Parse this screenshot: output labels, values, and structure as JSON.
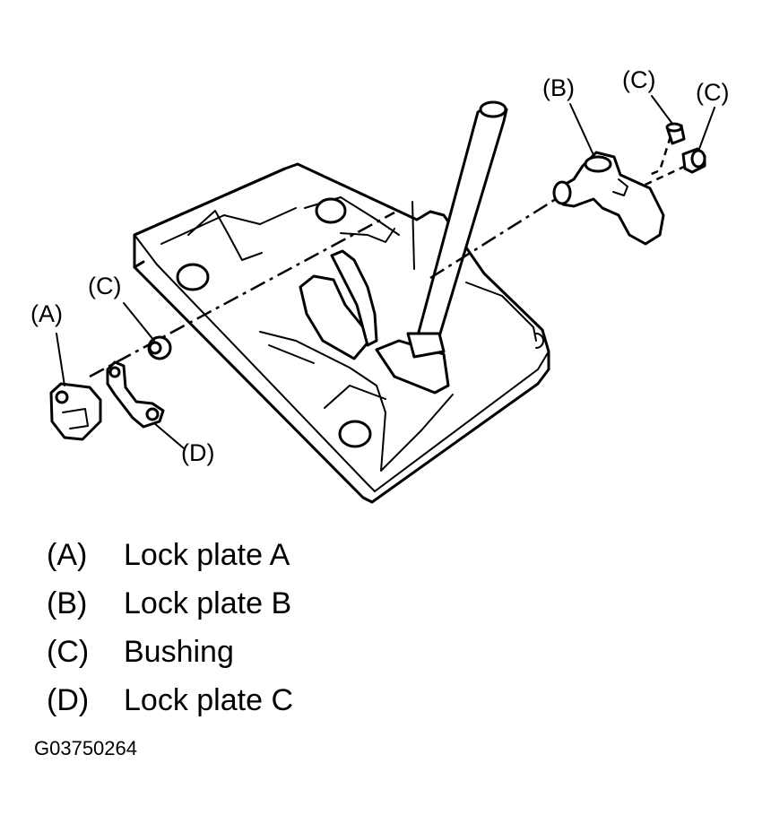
{
  "callouts": {
    "a": "(A)",
    "b": "(B)",
    "c1": "(C)",
    "c2": "(C)",
    "c3": "(C)",
    "d": "(D)"
  },
  "legend": [
    {
      "key": "(A)",
      "label": "Lock plate A"
    },
    {
      "key": "(B)",
      "label": "Lock plate B"
    },
    {
      "key": "(C)",
      "label": "Bushing"
    },
    {
      "key": "(D)",
      "label": "Lock plate C"
    }
  ],
  "figure_id": "G03750264"
}
